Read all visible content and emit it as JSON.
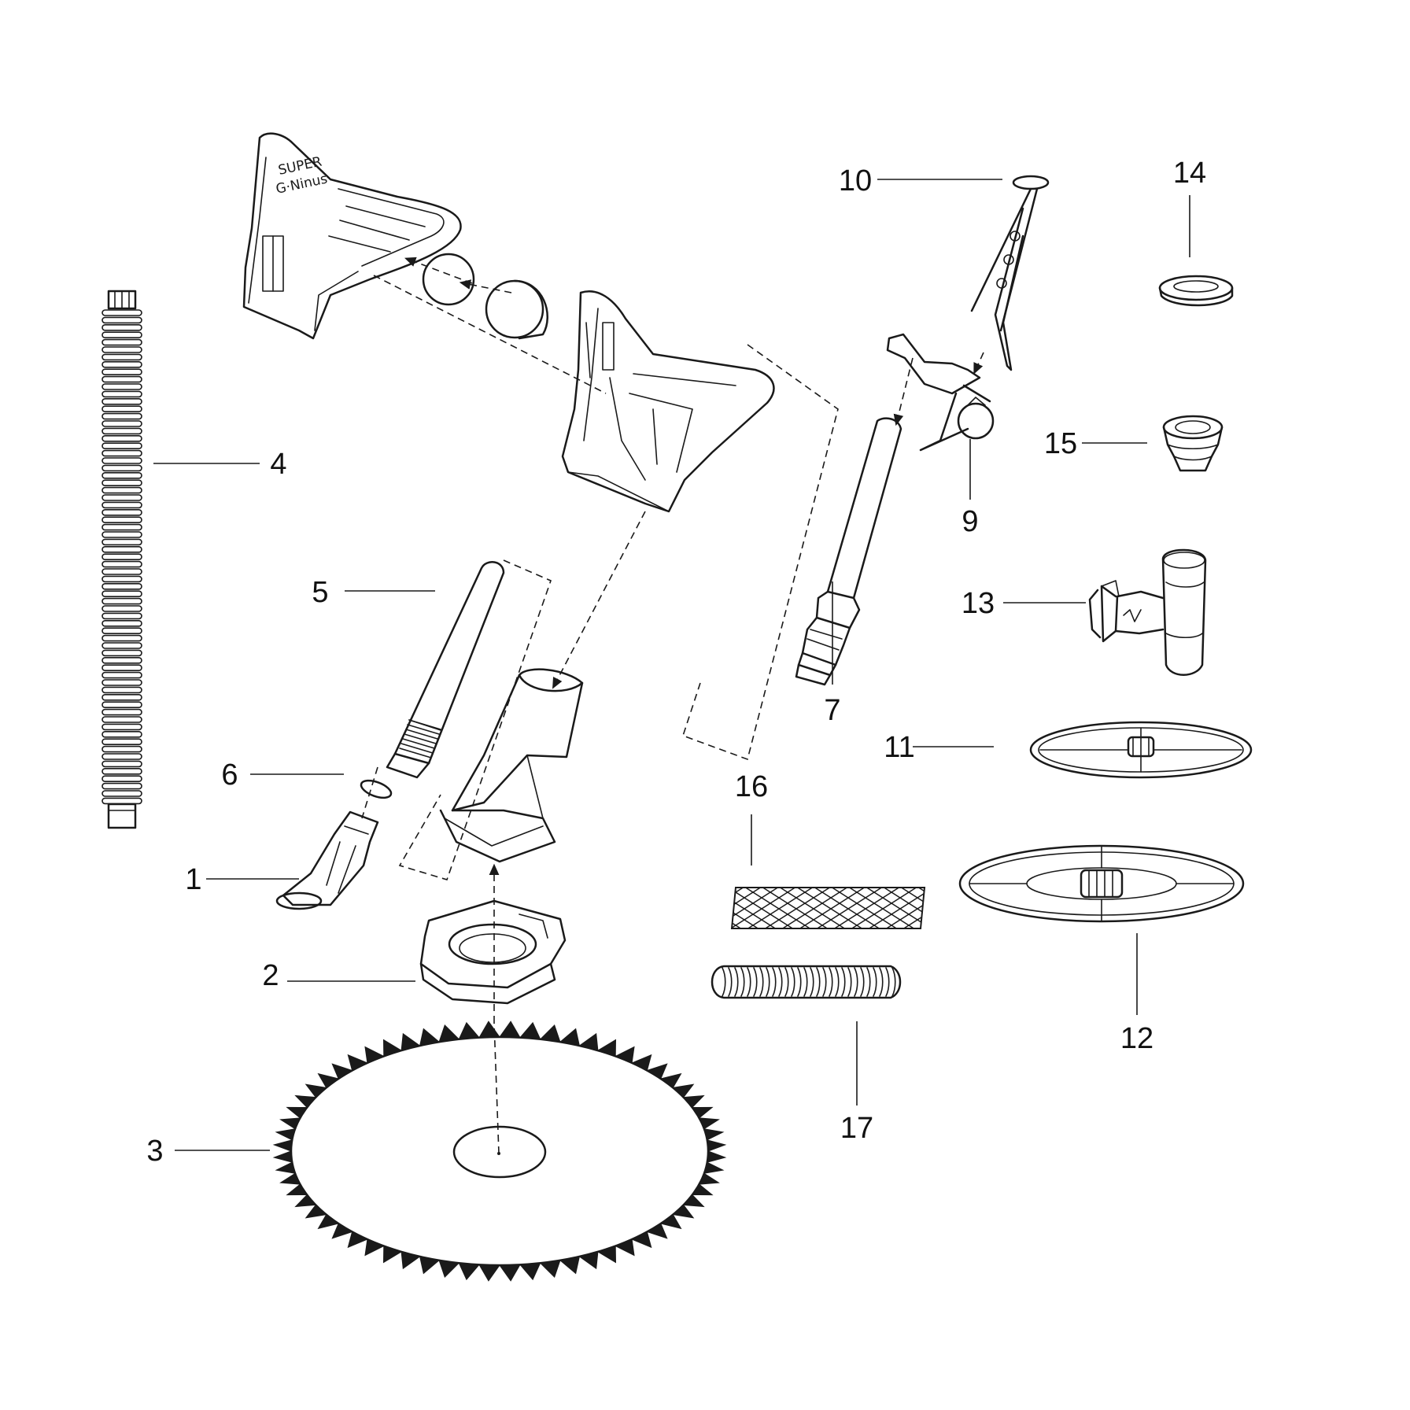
{
  "callouts": [
    {
      "id": "1",
      "label": "1"
    },
    {
      "id": "2",
      "label": "2"
    },
    {
      "id": "3",
      "label": "3"
    },
    {
      "id": "4",
      "label": "4"
    },
    {
      "id": "5",
      "label": "5"
    },
    {
      "id": "6",
      "label": "6"
    },
    {
      "id": "7",
      "label": "7"
    },
    {
      "id": "9",
      "label": "9"
    },
    {
      "id": "10",
      "label": "10"
    },
    {
      "id": "11",
      "label": "11"
    },
    {
      "id": "12",
      "label": "12"
    },
    {
      "id": "13",
      "label": "13"
    },
    {
      "id": "14",
      "label": "14"
    },
    {
      "id": "15",
      "label": "15"
    },
    {
      "id": "16",
      "label": "16"
    },
    {
      "id": "17",
      "label": "17"
    }
  ],
  "body_text": {
    "line1": "SUPER",
    "line2": "G·Ninus"
  }
}
